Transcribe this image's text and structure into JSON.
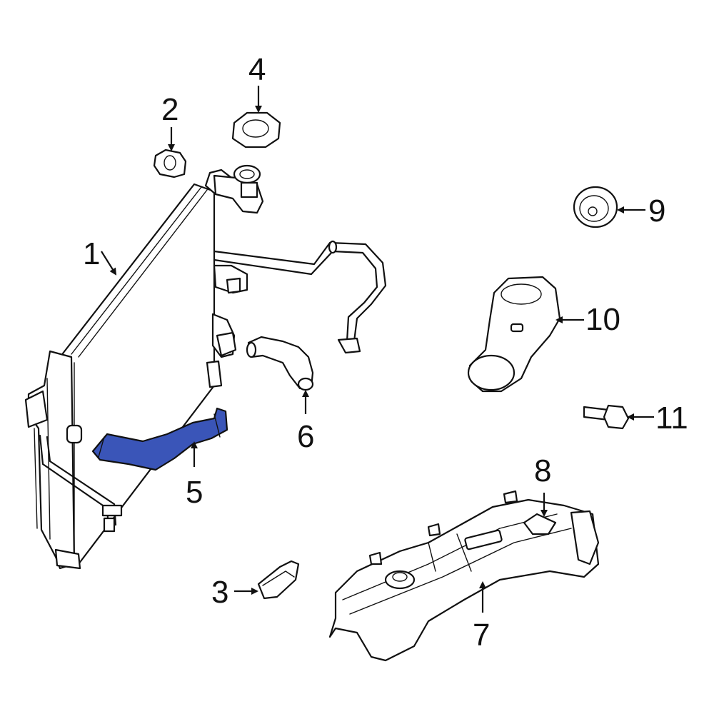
{
  "diagram": {
    "highlight_color": "#3a55b8",
    "line_color": "#111111",
    "background_color": "#ffffff",
    "callouts": [
      {
        "id": "1",
        "label": "1",
        "part": "radiator"
      },
      {
        "id": "2",
        "label": "2",
        "part": "upper-insulator"
      },
      {
        "id": "3",
        "label": "3",
        "part": "lower-insulator"
      },
      {
        "id": "4",
        "label": "4",
        "part": "reservoir-cap"
      },
      {
        "id": "5",
        "label": "5",
        "part": "lower-hose",
        "highlighted": true
      },
      {
        "id": "6",
        "label": "6",
        "part": "upper-hose"
      },
      {
        "id": "7",
        "label": "7",
        "part": "coolant-reservoir"
      },
      {
        "id": "8",
        "label": "8",
        "part": "sensor"
      },
      {
        "id": "9",
        "label": "9",
        "part": "cap"
      },
      {
        "id": "10",
        "label": "10",
        "part": "thermostat-housing"
      },
      {
        "id": "11",
        "label": "11",
        "part": "bolt"
      }
    ]
  }
}
